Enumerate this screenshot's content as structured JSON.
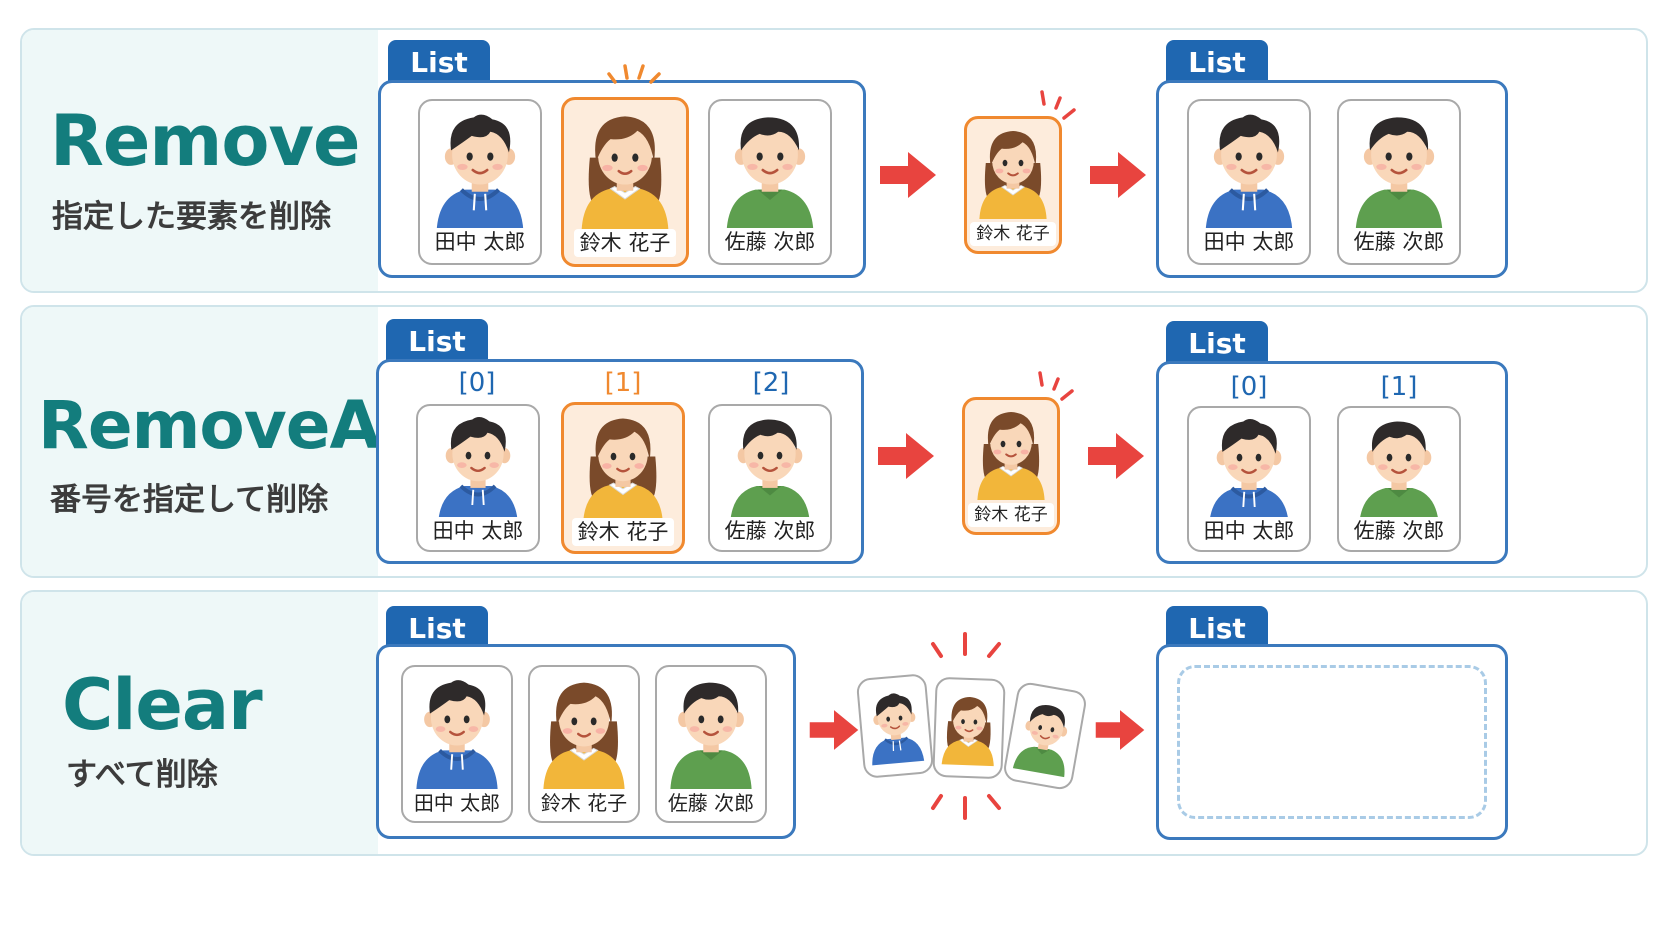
{
  "list_label": "List",
  "sections": [
    {
      "method": "Remove",
      "description": "指定した要素を削除",
      "before": [
        {
          "name": "田中 太郎",
          "avatar": "boy-blue"
        },
        {
          "name": "鈴木 花子",
          "avatar": "girl-yellow"
        },
        {
          "name": "佐藤 次郎",
          "avatar": "boy-green"
        }
      ],
      "removed": {
        "name": "鈴木 花子",
        "avatar": "girl-yellow"
      },
      "after": [
        {
          "name": "田中 太郎",
          "avatar": "boy-blue"
        },
        {
          "name": "佐藤 次郎",
          "avatar": "boy-green"
        }
      ]
    },
    {
      "method": "RemoveAt",
      "description": "番号を指定して削除",
      "before_indices": [
        "[0]",
        "[1]",
        "[2]"
      ],
      "before": [
        {
          "name": "田中 太郎",
          "avatar": "boy-blue"
        },
        {
          "name": "鈴木 花子",
          "avatar": "girl-yellow"
        },
        {
          "name": "佐藤 次郎",
          "avatar": "boy-green"
        }
      ],
      "removed": {
        "name": "鈴木 花子",
        "avatar": "girl-yellow"
      },
      "after_indices": [
        "[0]",
        "[1]"
      ],
      "after": [
        {
          "name": "田中 太郎",
          "avatar": "boy-blue"
        },
        {
          "name": "佐藤 次郎",
          "avatar": "boy-green"
        }
      ]
    },
    {
      "method": "Clear",
      "description": "すべて削除",
      "before": [
        {
          "name": "田中 太郎",
          "avatar": "boy-blue"
        },
        {
          "name": "鈴木 花子",
          "avatar": "girl-yellow"
        },
        {
          "name": "佐藤 次郎",
          "avatar": "boy-green"
        }
      ],
      "after": []
    }
  ],
  "colors": {
    "accent_teal": "#137d7d",
    "list_blue": "#1f67b1",
    "highlight_orange": "#f0892f",
    "arrow_red": "#e8443f",
    "sidebar_bg": "#eef8f8"
  }
}
